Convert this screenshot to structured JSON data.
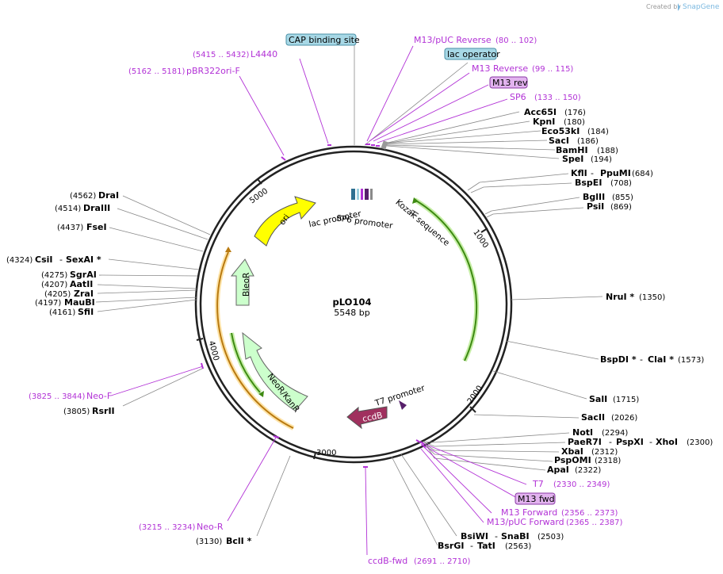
{
  "created_by": "Created by",
  "brand": "SnapGene",
  "plasmid": {
    "name": "pLO104",
    "size": "5548 bp"
  },
  "ticks": {
    "t1000": "1000",
    "t2000": "2000",
    "t3000": "3000",
    "t4000": "4000",
    "t5000": "5000"
  },
  "boxed": {
    "cap": "CAP binding site",
    "lacop": "lac operator",
    "m13rev": "M13 rev",
    "m13fwd": "M13 fwd"
  },
  "primers": {
    "m13puc_rev": {
      "name": "M13/pUC Reverse",
      "range": "(80 .. 102)"
    },
    "l4440": {
      "name": "L4440",
      "range": "(5415 .. 5432)"
    },
    "pbr322": {
      "name": "pBR322ori-F",
      "range": "(5162 .. 5181)"
    },
    "m13reverse": {
      "name": "M13 Reverse",
      "range": "(99 .. 115)"
    },
    "sp6": {
      "name": "SP6",
      "range": "(133 .. 150)"
    },
    "neof": {
      "name": "Neo-F",
      "range": "(3825 .. 3844)"
    },
    "t7": {
      "name": "T7",
      "range": "(2330 .. 2349)"
    },
    "m13forward": {
      "name": "M13 Forward",
      "range": "(2356 .. 2373)"
    },
    "m13puc_fwd": {
      "name": "M13/pUC Forward",
      "range": "(2365 .. 2387)"
    },
    "neor": {
      "name": "Neo-R",
      "range": "(3215 .. 3234)"
    },
    "ccdbfwd": {
      "name": "ccdB-fwd",
      "range": "(2691 .. 2710)"
    }
  },
  "enzymes": {
    "acc65i": {
      "name": "Acc65I",
      "pos": "(176)"
    },
    "kpni": {
      "name": "KpnI",
      "pos": "(180)"
    },
    "eco53ki": {
      "name": "Eco53kI",
      "pos": "(184)"
    },
    "saci": {
      "name": "SacI",
      "pos": "(186)"
    },
    "bamhi": {
      "name": "BamHI",
      "pos": "(188)"
    },
    "spei": {
      "name": "SpeI",
      "pos": "(194)"
    },
    "kfli": {
      "name": "KflI",
      "name2": "PpuMI",
      "pos": "(684)"
    },
    "bspei": {
      "name": "BspEI",
      "pos": "(708)"
    },
    "bglii": {
      "name": "BglII",
      "pos": "(855)"
    },
    "psii": {
      "name": "PsiI",
      "pos": "(869)"
    },
    "drai": {
      "name": "DraI",
      "pos": "(4562)"
    },
    "draiii": {
      "name": "DraIII",
      "pos": "(4514)"
    },
    "fsei": {
      "name": "FseI",
      "pos": "(4437)"
    },
    "csii": {
      "name": "CsiI",
      "name2": "SexAI *",
      "pos": "(4324)"
    },
    "sgrai": {
      "name": "SgrAI",
      "pos": "(4275)"
    },
    "aatii": {
      "name": "AatII",
      "pos": "(4207)"
    },
    "zrai": {
      "name": "ZraI",
      "pos": "(4205)"
    },
    "maubi": {
      "name": "MauBI",
      "pos": "(4197)"
    },
    "sfii": {
      "name": "SfiI",
      "pos": "(4161)"
    },
    "nrui": {
      "name": "NruI *",
      "pos": "(1350)"
    },
    "bspdi": {
      "name": "BspDI *",
      "name2": "ClaI *",
      "pos": "(1573)"
    },
    "sali": {
      "name": "SalI",
      "pos": "(1715)"
    },
    "sacii": {
      "name": "SacII",
      "pos": "(2026)"
    },
    "noti": {
      "name": "NotI",
      "pos": "(2294)"
    },
    "paer7i": {
      "name": "PaeR7I",
      "name2": "PspXI",
      "name3": "XhoI",
      "pos": "(2300)"
    },
    "xbai": {
      "name": "XbaI",
      "pos": "(2312)"
    },
    "pspomi": {
      "name": "PspOMI",
      "pos": "(2318)"
    },
    "apai": {
      "name": "ApaI",
      "pos": "(2322)"
    },
    "rsrii": {
      "name": "RsrII",
      "pos": "(3805)"
    },
    "bsiwi": {
      "name": "BsiWI",
      "name2": "SnaBI",
      "pos": "(2503)"
    },
    "bsrgi": {
      "name": "BsrGI",
      "name2": "TatI",
      "pos": "(2563)"
    },
    "bcli": {
      "name": "BclI *",
      "pos": "(3130)"
    }
  },
  "features": {
    "ori": "ori",
    "bleor": "BleoR",
    "neor_kanr": "NeoR/KanR",
    "ccdb": "ccdB",
    "lac_promoter": "lac promoter",
    "sp6_promoter": "SP6 promoter",
    "kozak": "Kozak sequence",
    "t7_promoter": "T7 promoter"
  },
  "colors": {
    "primer": "#b232d6",
    "ori": "#ffff00",
    "resistance": "#ccffcc",
    "ccdb": "#a0305e",
    "orf_orange": "#f5a623",
    "orf_green": "#3d8a12"
  }
}
